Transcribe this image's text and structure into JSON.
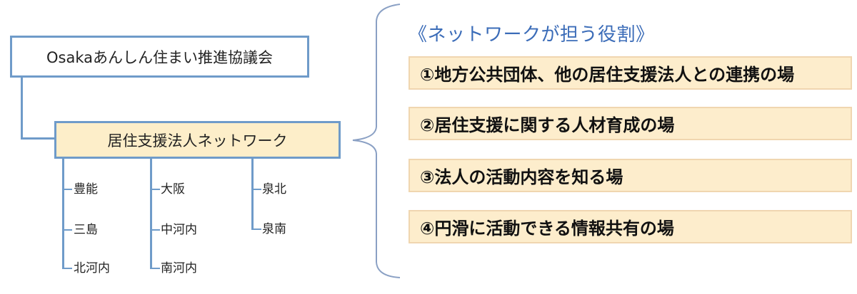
{
  "diagram": {
    "top_org": {
      "label": "Osakaあんしん住まい推進協議会"
    },
    "network": {
      "label": "居住支援法人ネットワーク"
    },
    "branches": [
      {
        "column": 1,
        "items": [
          "豊能",
          "三島",
          "北河内"
        ]
      },
      {
        "column": 2,
        "items": [
          "大阪",
          "中河内",
          "南河内"
        ]
      },
      {
        "column": 3,
        "items": [
          "泉北",
          "泉南"
        ]
      }
    ],
    "roles": {
      "title": "《ネットワークが担う役割》",
      "items": [
        "①地方公共団体、他の居住支援法人との連携の場",
        "②居住支援に関する人材育成の場",
        "③法人の活動内容を知る場",
        "④円滑に活動できる情報共有の場"
      ]
    },
    "colors": {
      "line": "#6f9bc9",
      "network_fill": "#fdeec9",
      "role_fill": "#fdedcc",
      "role_border": "#f0d6b0",
      "title_text": "#3b6cb8"
    }
  }
}
